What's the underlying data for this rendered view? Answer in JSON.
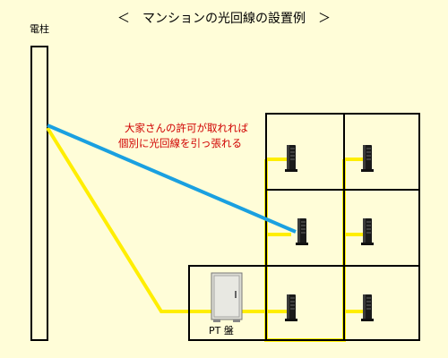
{
  "title": "＜　マンションの光回線の設置例　＞",
  "pole_label": "電柱",
  "note": {
    "line1": "大家さんの許可が取れれば",
    "line2": "個別に光回線を引っ張れる"
  },
  "pt_panel_label": "PT 盤",
  "colors": {
    "background": "#fffdd8",
    "shared_line": "#ffee00",
    "individual_line": "#1aa0e0",
    "note_text": "#d00000",
    "outline": "#000000"
  },
  "icons": {
    "router": "router-device-icon",
    "pt_panel": "pt-panel-cabinet-icon"
  }
}
